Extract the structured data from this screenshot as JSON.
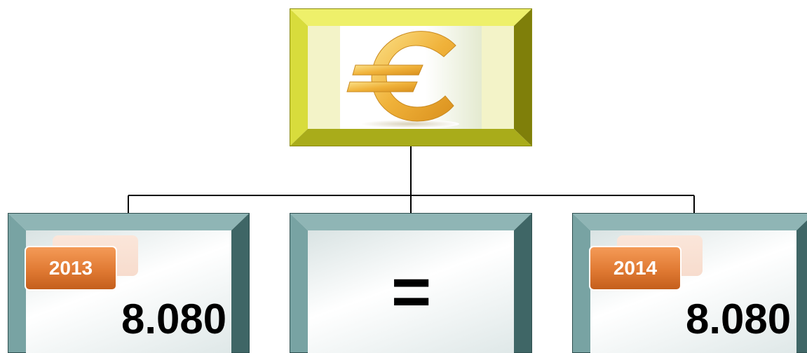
{
  "root": {
    "icon": "euro-icon"
  },
  "boxes": [
    {
      "year": "2013",
      "value": "8.080"
    },
    {
      "symbol": "="
    },
    {
      "year": "2014",
      "value": "8.080"
    }
  ],
  "colors": {
    "teal_frame": "#5f8f8f",
    "olive_frame": "#c8c82a",
    "year_tag": "#e07a33",
    "euro_gold": "#f0b840"
  }
}
